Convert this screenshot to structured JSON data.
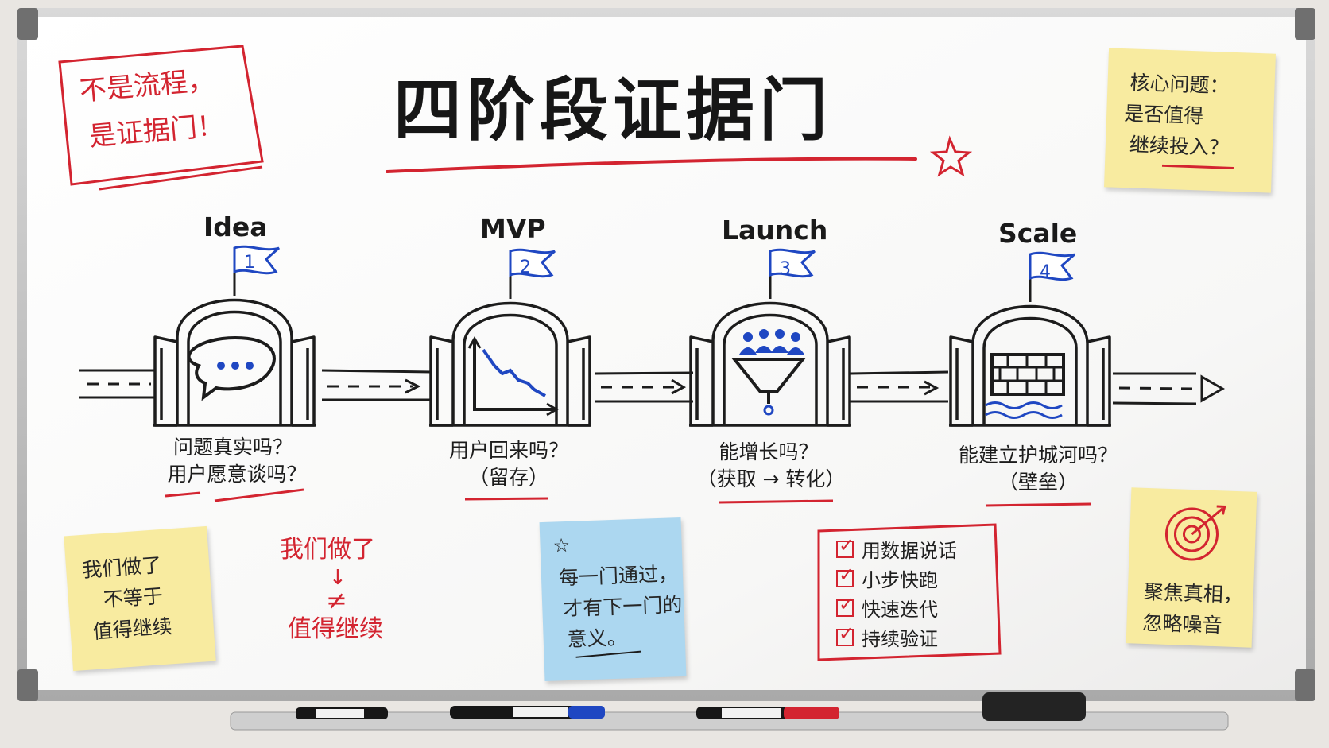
{
  "board": {
    "title": "四阶段证据门",
    "corner_note": {
      "line1": "不是流程，",
      "line2": "是证据门！"
    },
    "sticky_core": {
      "line1": "核心问题：",
      "line2": "是否值得",
      "line3": "继续投入？"
    }
  },
  "stages": [
    {
      "name": "Idea",
      "number": "1",
      "icon": "speech-bubble-icon",
      "caption1": "问题真实吗？",
      "caption2": "用户愿意谈吗？"
    },
    {
      "name": "MVP",
      "number": "2",
      "icon": "retention-chart-icon",
      "caption1": "用户回来吗？",
      "caption2": "（留存）"
    },
    {
      "name": "Launch",
      "number": "3",
      "icon": "funnel-icon",
      "caption1": "能增长吗？",
      "caption2": "（获取 → 转化）"
    },
    {
      "name": "Scale",
      "number": "4",
      "icon": "castle-moat-icon",
      "caption1": "能建立护城河吗？",
      "caption2": "（壁垒）"
    }
  ],
  "notes": {
    "yellow_left": {
      "line1": "我们做了",
      "line2": "不等于",
      "line3": "值得继续"
    },
    "red_formula": {
      "top": "我们做了",
      "arrow": "↓",
      "neq": "≠",
      "bottom": "值得继续"
    },
    "blue_note": {
      "line1": "每一门通过，",
      "line2": "才有下一门的",
      "line3": "意义。"
    },
    "checklist": [
      "用数据说话",
      "小步快跑",
      "快速迭代",
      "持续验证"
    ],
    "yellow_right": {
      "line1": "聚焦真相，",
      "line2": "忽略噪音"
    }
  },
  "colors": {
    "ink": "#1c1c1c",
    "red": "#d32430",
    "blue": "#1f47c2",
    "yellow_note": "#f8eba0",
    "blue_note": "#acd7f0",
    "board": "#fbfbfa"
  }
}
